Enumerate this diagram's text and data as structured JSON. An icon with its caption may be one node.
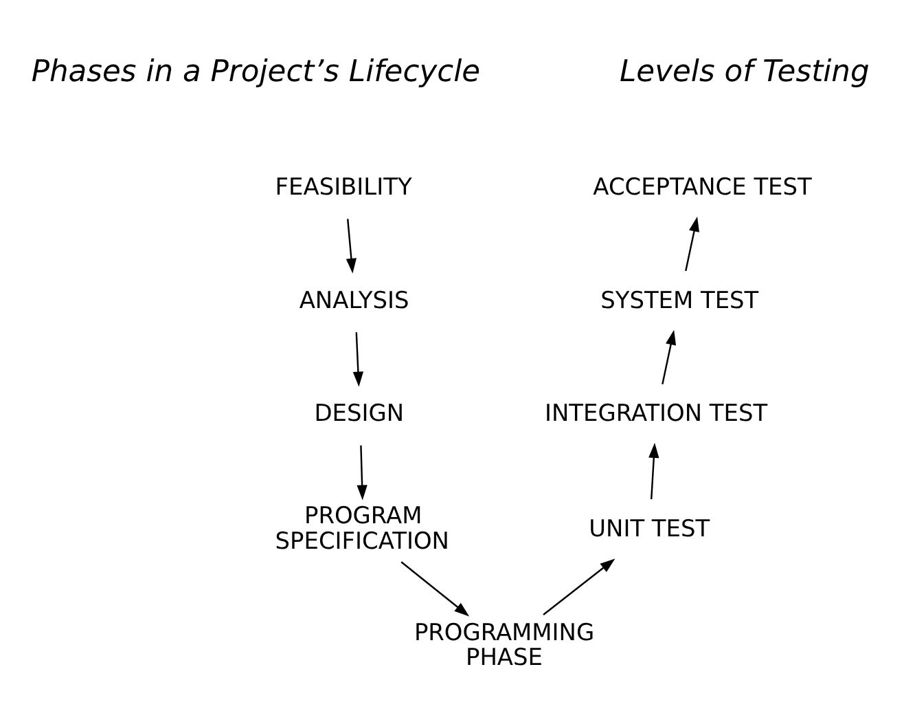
{
  "diagram": {
    "nodes": [
      {
        "text": [
          "FEASIBILITY"
        ]
      },
      {
        "text": [
          "ANALYSIS"
        ]
      },
      {
        "text": [
          "DESIGN"
        ]
      },
      {
        "text": [
          "PROGRAM SPECIFICATION"
        ]
      },
      {
        "text": [
          "PROGRAMMING PHASE"
        ]
      },
      {
        "text": [
          "UNIT TEST"
        ]
      },
      {
        "text": [
          "INTEGRATION TEST"
        ]
      },
      {
        "text": [
          "SYSTEM TEST"
        ]
      },
      {
        "text": [
          "ACCEPTANCE TEST"
        ]
      }
    ],
    "edges": [
      {
        "from": 0,
        "to": 1,
        "arrow": "to"
      },
      {
        "from": 1,
        "to": 2,
        "arrow": "to"
      },
      {
        "from": 2,
        "to": 3,
        "arrow": "to"
      },
      {
        "from": 3,
        "to": 4,
        "arrow": "to"
      },
      {
        "from": 4,
        "to": 5,
        "arrow": "to"
      },
      {
        "from": 5,
        "to": 6,
        "arrow": "to"
      },
      {
        "from": 6,
        "to": 7,
        "arrow": "to"
      },
      {
        "from": 7,
        "to": 8,
        "arrow": "to"
      }
    ],
    "labels": [
      "Phases in a Project’s Lifecycle",
      "Levels of Testing"
    ]
  }
}
